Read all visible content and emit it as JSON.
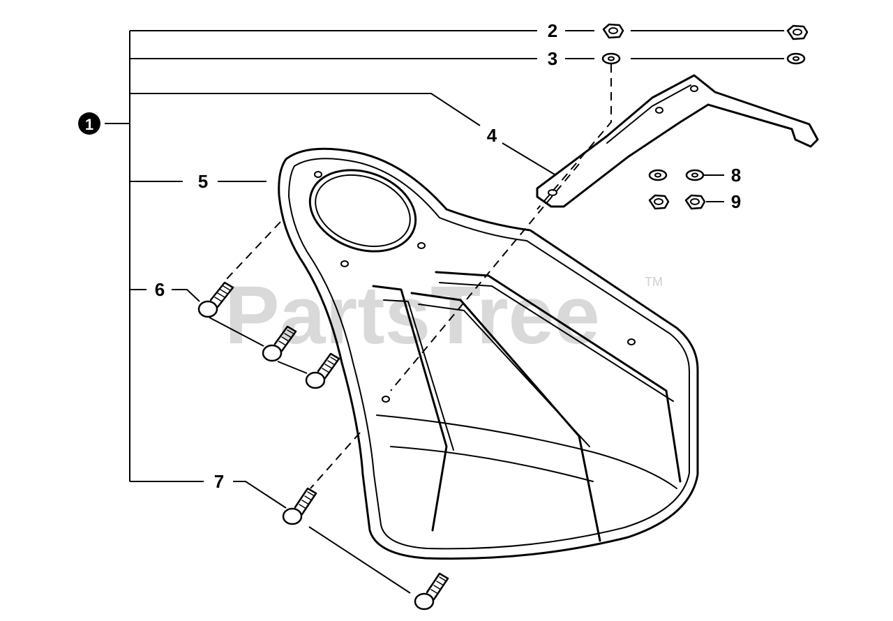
{
  "diagram": {
    "callouts": {
      "assembly": "1",
      "nut_top": "2",
      "washer_top": "3",
      "bracket": "4",
      "shield": "5",
      "bolt_upper": "6",
      "bolt_lower": "7",
      "washer_side": "8",
      "nut_side": "9"
    },
    "watermark": {
      "text": "PartsTree",
      "mark": "TM"
    },
    "ink_color": "#000000",
    "watermark_color": "#d9d9d9"
  }
}
